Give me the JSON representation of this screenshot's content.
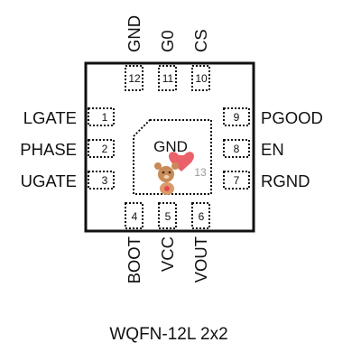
{
  "package_name": "WQFN-12L 2x2",
  "center_pad": {
    "label": "GND",
    "pin": "13"
  },
  "pins": [
    {
      "num": "1",
      "name": "LGATE"
    },
    {
      "num": "2",
      "name": "PHASE"
    },
    {
      "num": "3",
      "name": "UGATE"
    },
    {
      "num": "4",
      "name": "BOOT"
    },
    {
      "num": "5",
      "name": "VCC"
    },
    {
      "num": "6",
      "name": "VOUT"
    },
    {
      "num": "7",
      "name": "RGND"
    },
    {
      "num": "8",
      "name": "EN"
    },
    {
      "num": "9",
      "name": "PGOOD"
    },
    {
      "num": "10",
      "name": "CS"
    },
    {
      "num": "11",
      "name": "G0"
    },
    {
      "num": "12",
      "name": "GND"
    }
  ],
  "colors": {
    "outline": "#111111",
    "background": "#ffffff",
    "mascot_heart": "#e8454f",
    "mascot_bear": "#c98b57"
  },
  "icons": [
    "bear-mascot-icon"
  ]
}
